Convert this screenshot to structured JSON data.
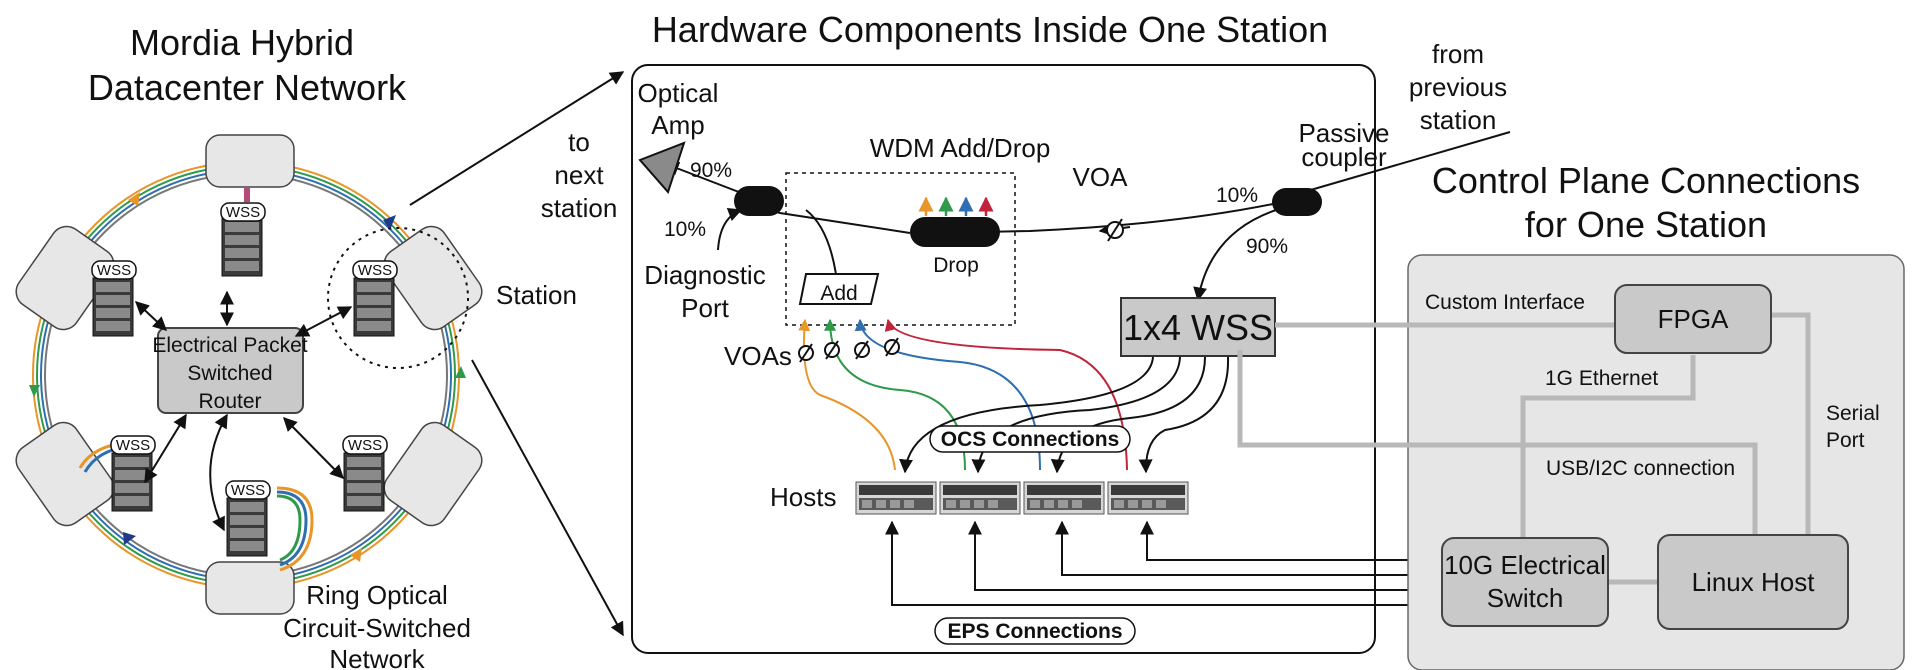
{
  "left": {
    "title_line1": "Mordia Hybrid",
    "title_line2": "Datacenter Network",
    "wss_label": "WSS",
    "router_line1": "Electrical Packet",
    "router_line2": "Switched",
    "router_line3": "Router",
    "station_label": "Station",
    "ring_line1": "Ring Optical",
    "ring_line2": "Circuit-Switched",
    "ring_line3": "Network"
  },
  "middle": {
    "title": "Hardware Components Inside One Station",
    "optical_amp_line1": "Optical",
    "optical_amp_line2": "Amp",
    "to_next_line1": "to",
    "to_next_line2": "next",
    "to_next_line3": "station",
    "from_prev_line1": "from",
    "from_prev_line2": "previous",
    "from_prev_line3": "station",
    "wdm_label": "WDM Add/Drop",
    "voa_label": "VOA",
    "passive_coupler_line1": "Passive",
    "passive_coupler_line2": "coupler",
    "pct_90_amp": "90%",
    "pct_10_amp": "10%",
    "pct_10_coupler": "10%",
    "pct_90_coupler": "90%",
    "diagnostic_line1": "Diagnostic",
    "diagnostic_line2": "Port",
    "add_label": "Add",
    "drop_label": "Drop",
    "voas_label": "VOAs",
    "wss_label": "1x4 WSS",
    "ocs_label": "OCS Connections",
    "hosts_label": "Hosts",
    "eps_label": "EPS Connections"
  },
  "right": {
    "title_line1": "Control Plane Connections",
    "title_line2": "for One Station",
    "custom_interface": "Custom Interface",
    "fpga": "FPGA",
    "ethernet": "1G Ethernet",
    "serial_line1": "Serial",
    "serial_line2": "Port",
    "usb": "USB/I2C connection",
    "switch_line1": "10G Electrical",
    "switch_line2": "Switch",
    "linux_host": "Linux Host"
  },
  "colors": {
    "wavelength_orange": "#e8952a",
    "wavelength_green": "#2e9a4a",
    "wavelength_blue": "#2e6fb0",
    "wavelength_red": "#c0243a",
    "control_gray": "#b8b8b8"
  }
}
